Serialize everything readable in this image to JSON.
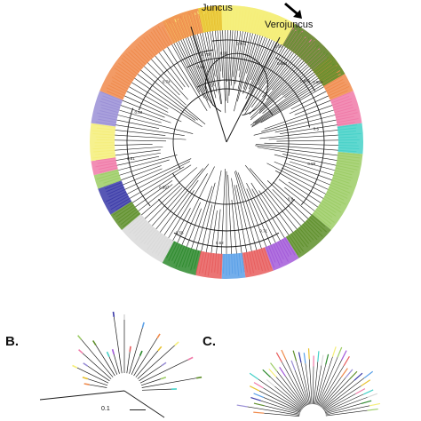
{
  "panel_a": {
    "clade_labels": {
      "juncus": "Juncus",
      "verojuncus": "Verojuncus"
    },
    "support_values": [
      "0.707",
      "0.982",
      "0.993",
      "0.881",
      "0.5",
      "0.88",
      "0.9",
      "0.71",
      "0.62",
      "0.55",
      "0.997",
      "0.81",
      "0.93",
      "0.74",
      "0.66",
      "0.99",
      "0.58",
      "0.861"
    ],
    "palette": [
      "#f08a4b",
      "#e8c230",
      "#f5ee7a",
      "#9a8fd6",
      "#f07aa8",
      "#9ccc65",
      "#5e8f2a",
      "#45d1c8",
      "#a35ad9",
      "#3a3aa8",
      "#d9d9d9",
      "#e85d5d",
      "#5aa0e8",
      "#2d8a2d"
    ]
  },
  "panel_b": {
    "label": "B.",
    "scale_value": "0.1"
  },
  "panel_c": {
    "label": "C."
  },
  "colors": {
    "branch": "#1a1a1a",
    "background": "#ffffff"
  }
}
